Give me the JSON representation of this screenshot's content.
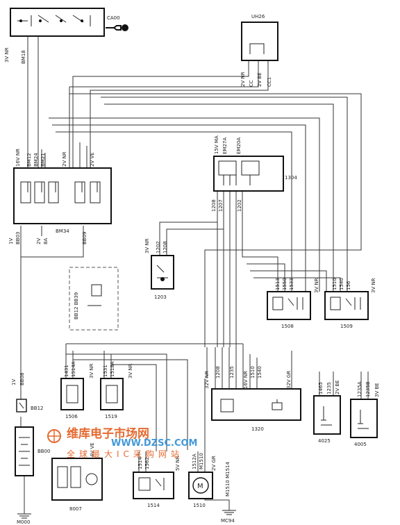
{
  "components": {
    "ca00": "CA00",
    "uh26": "UH26",
    "bsi": "BM34",
    "relay_1304": "1304",
    "c1203": "1203",
    "c1508": "1508",
    "c1509": "1509",
    "c1506": "1506",
    "c1519": "1519",
    "c1320": "1320",
    "c4025": "4025",
    "c4005": "4005",
    "c1514": "1514",
    "c1510": "1510",
    "c8007": "8007",
    "bb00": "BB00",
    "bb12": "BB12",
    "m000": "M000",
    "mc94": "MC94"
  },
  "labels": {
    "ca00_conn": "3V NR",
    "ca00_wire": "BM18",
    "uh26_conn": "2V NR",
    "uh26_pins": [
      "CC",
      "2V BE",
      "CC1"
    ],
    "bsi_conn_top": "16V NR",
    "bsi_codes": [
      "BM12",
      "BM24",
      "BM21"
    ],
    "bsi_conn2": "2V NR",
    "bsi_conn3": "2V VE",
    "bsi_pins": [
      "1V",
      "2V",
      "8A"
    ],
    "bsi_bottom": [
      "BB03",
      "BB09"
    ],
    "relay_conn": "15V MA",
    "relay_codes": [
      "EM27A",
      "EM20A"
    ],
    "relay_pins": [
      "1208",
      "1207",
      "1202"
    ],
    "c1203_conn": "3V NR",
    "c1203_pins": [
      "1202",
      "1208"
    ],
    "c1508_pins": [
      "1513",
      "1550",
      "1533"
    ],
    "c1508_conn": "3V NR",
    "c1509_pins": [
      "1510",
      "1540",
      "156"
    ],
    "c1509_conn": "3V NR",
    "dashed_box": "BB12  BB39",
    "c1506_conn": "3V NR",
    "c1506_pins": [
      "1431",
      "1514A"
    ],
    "c1519_conn": "3V NR",
    "c1519_pins": [
      "1531",
      "1518A"
    ],
    "c1320_conn1": "32V NR",
    "c1320_conn2": "16V NR",
    "c1320_conn3": "32V GR",
    "c1320_pins": [
      "1208",
      "1235",
      "1510",
      "1540"
    ],
    "c4025_conn": "2V BE",
    "c4025_pins": [
      "1465",
      "1235"
    ],
    "c4005_conn": "3V BE",
    "c4005_pins": [
      "1235A",
      "1235B"
    ],
    "c1514_conn": "5V NR",
    "c1514_pins": [
      "1514",
      "1562"
    ],
    "c1510_conn": "2V GR",
    "c1510_pins": [
      "1512A",
      "M1510"
    ],
    "c8007_conn": "4V VE",
    "mc94_wire": "M1510  M1514",
    "bb12_conn": "1V",
    "bb12_wire": "BB08"
  },
  "watermark": {
    "line1": "维库电子市场网",
    "line2": "WWW.DZSC.COM",
    "line3": "全球最大IC采购网站"
  }
}
